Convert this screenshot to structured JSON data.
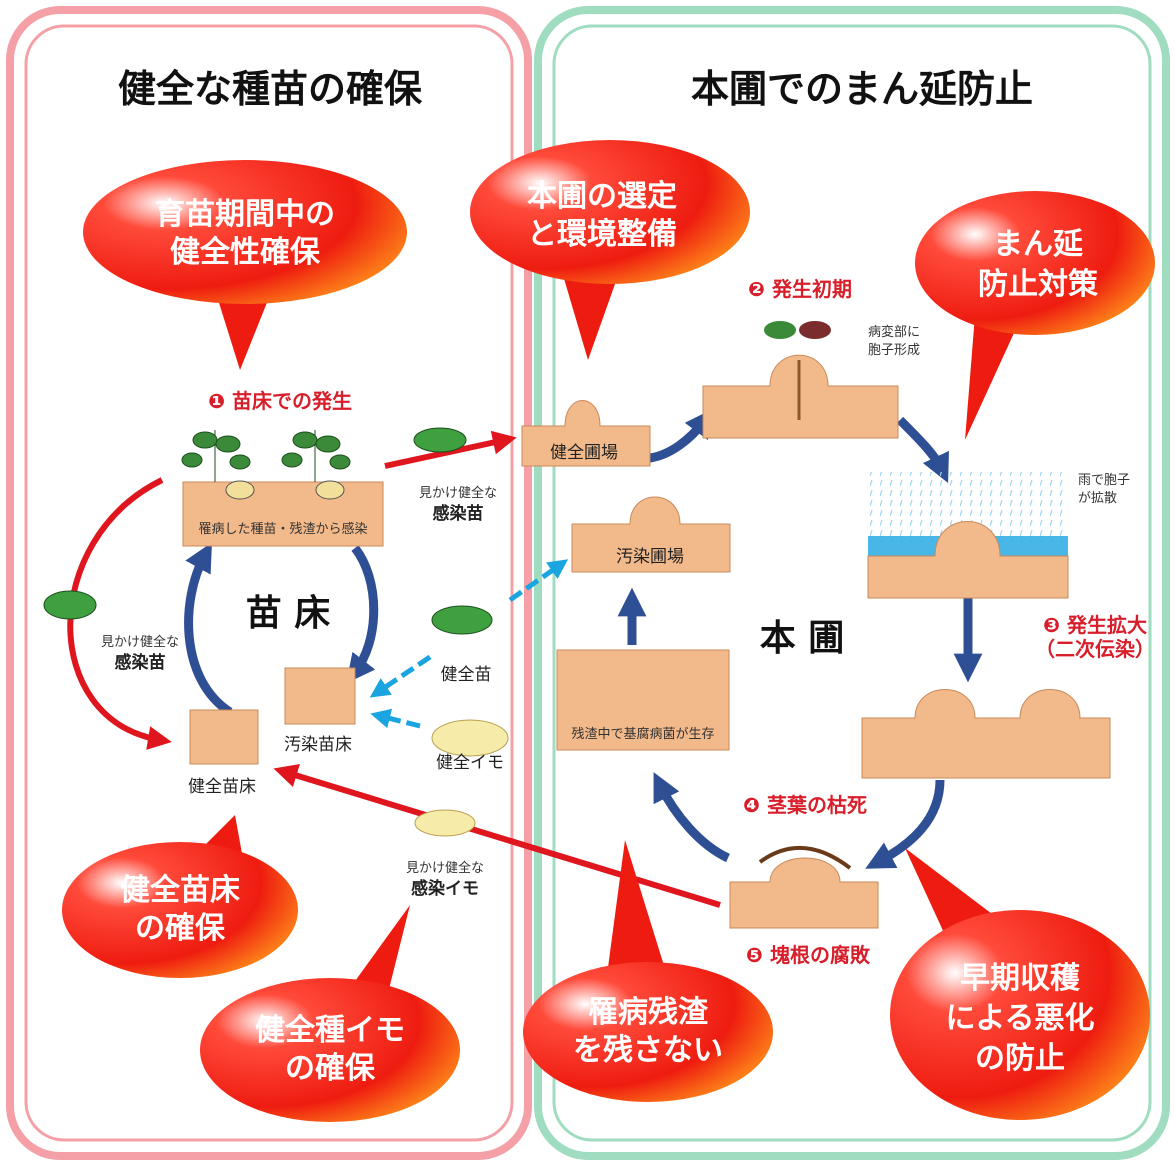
{
  "colors": {
    "left_border": "#f4a0a6",
    "right_border": "#9fdcc0",
    "arrow_red": "#e0161e",
    "arrow_blue": "#2f4f95",
    "arrow_cyan": "#1aa4e0",
    "soil": "#f2b98a",
    "bubble_red": "#ee2010"
  },
  "left_panel": {
    "title": "健全な種苗の確保"
  },
  "right_panel": {
    "title": "本圃でのまん延防止"
  },
  "bubbles": {
    "b1": [
      "育苗期間中の",
      "健全性確保"
    ],
    "b2": [
      "本圃の選定",
      "と環境整備"
    ],
    "b3": [
      "まん延",
      "防止対策"
    ],
    "b4": [
      "健全苗床",
      "の確保"
    ],
    "b5": [
      "健全種イモ",
      "の確保"
    ],
    "b6": [
      "罹病残渣",
      "を残さない"
    ],
    "b7": [
      "早期収穫",
      "による悪化",
      "の防止"
    ]
  },
  "steps": {
    "s1": "❶ 苗床での発生",
    "s2": "❷ 発生初期",
    "s3": "❸ 発生拡大",
    "s3b": "（二次伝染）",
    "s4": "❹ 茎葉の枯死",
    "s5": "❺ 塊根の腐敗"
  },
  "labels": {
    "nursery_bed": "苗 床",
    "main_field": "本 圃",
    "infected_from": "罹病した種苗・残渣から感染",
    "apparent_healthy_1": "見かけ健全な",
    "infected_seedling_1": "感染苗",
    "apparent_healthy_2": "見かけ健全な",
    "infected_seedling_2": "感染苗",
    "apparent_healthy_3": "見かけ健全な",
    "infected_tuber": "感染イモ",
    "healthy_nursery": "健全苗床",
    "contaminated_nursery": "汚染苗床",
    "healthy_seedling": "健全苗",
    "healthy_tuber": "健全イモ",
    "healthy_field": "健全圃場",
    "contaminated_field": "汚染圃場",
    "residue_survive": "残渣中で基腐病菌が生存",
    "spore_1": "病変部に",
    "spore_2": "胞子形成",
    "rain_1": "雨で胞子",
    "rain_2": "が拡散"
  }
}
